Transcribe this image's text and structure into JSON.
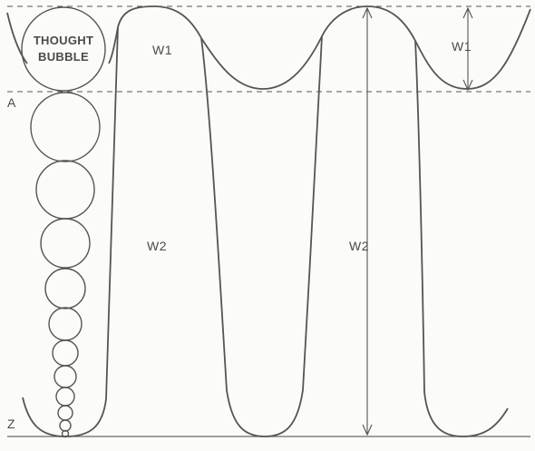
{
  "labels": {
    "thought_line1": "THOUGHT",
    "thought_line2": "BUBBLE",
    "w1_top": "W1",
    "w1_right": "W1",
    "w2_left": "W2",
    "w2_middle": "W2",
    "a": "A",
    "z": "Z"
  },
  "colors": {
    "stroke": "#555555",
    "background": "#fbfbf9"
  }
}
